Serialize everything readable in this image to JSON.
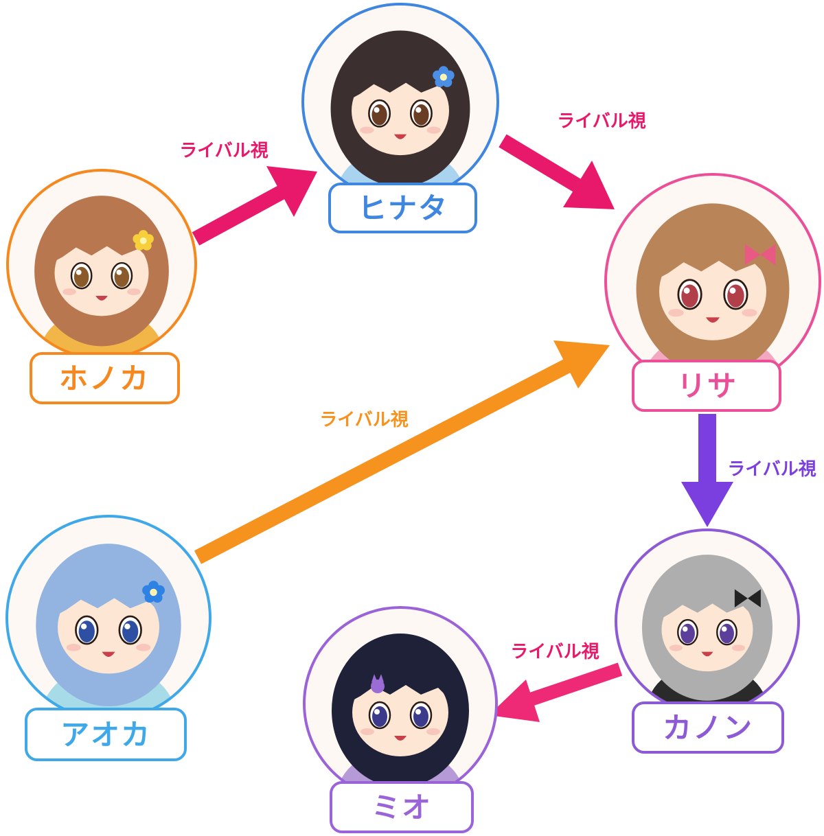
{
  "characters": {
    "honoka": {
      "name": "ホノカ",
      "color": "#f5891f",
      "hair": "#b9774f",
      "eyes": "#8a5a2a",
      "outfit": "#f2b648",
      "accessory": "flower-clip",
      "accessory_color": "#f7cf3a"
    },
    "hinata": {
      "name": "ヒナタ",
      "color": "#3f86e0",
      "hair": "#3b2f2f",
      "eyes": "#6a3d25",
      "outfit": "#a9d3ef",
      "accessory": "flower-clip",
      "accessory_color": "#4a8ee6"
    },
    "risa": {
      "name": "リサ",
      "color": "#ea4f97",
      "hair": "#b88458",
      "eyes": "#b2404a",
      "outfit": "#f3a7c0",
      "accessory": "ribbon",
      "accessory_color": "#e85a83"
    },
    "aoka": {
      "name": "アオカ",
      "color": "#3ea8e8",
      "hair": "#93b4e0",
      "eyes": "#2f4fa3",
      "outfit": "#a7dbe8",
      "accessory": "flower-clip",
      "accessory_color": "#2d82e3"
    },
    "kanon": {
      "name": "カノン",
      "color": "#8d5ad6",
      "hair": "#aeaeae",
      "eyes": "#5c3f9a",
      "outfit": "#2a2a2a",
      "accessory": "ribbon",
      "accessory_color": "#222222"
    },
    "mio": {
      "name": "ミオ",
      "color": "#9a63d8",
      "hair": "#1f2138",
      "eyes": "#3c3a8a",
      "outfit": "#b69ad8",
      "accessory": "cat-clip",
      "accessory_color": "#9b6bd6"
    }
  },
  "relations": [
    {
      "from": "honoka",
      "to": "hinata",
      "label": "ライバル視",
      "color": "#e8186b",
      "label_color": "#e8186b"
    },
    {
      "from": "hinata",
      "to": "risa",
      "label": "ライバル視",
      "color": "#e8186b",
      "label_color": "#e8186b"
    },
    {
      "from": "aoka",
      "to": "risa",
      "label": "ライバル視",
      "color": "#f6921e",
      "label_color": "#f6921e"
    },
    {
      "from": "risa",
      "to": "kanon",
      "label": "ライバル視",
      "color": "#7b3fe0",
      "label_color": "#7b3fe0"
    },
    {
      "from": "kanon",
      "to": "mio",
      "label": "ライバル視",
      "color": "#ee2a77",
      "label_color": "#e8186b"
    }
  ]
}
